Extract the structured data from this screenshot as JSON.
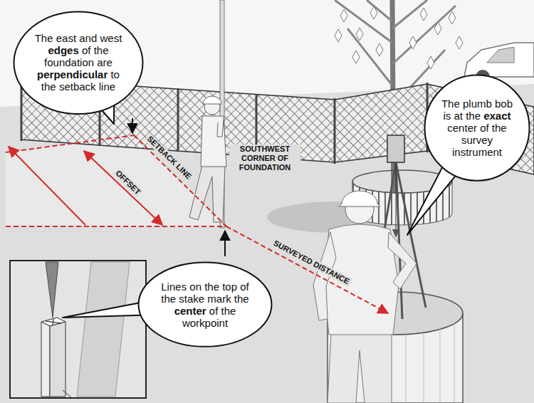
{
  "diagram": {
    "nodes": [
      {
        "text": [
          "The east and west edges of the foundation are perpendicular to the setback line"
        ]
      },
      {
        "text": [
          "The plumb bob is at the exact center of the survey instrument"
        ]
      },
      {
        "text": [
          "Lines on the top of the stake mark the center of the workpoint"
        ]
      }
    ],
    "labels": [
      "SOUTHWEST CORNER OF FOUNDATION",
      "SETBACK LINE",
      "OFFSET",
      "SURVEYED DISTANCE"
    ]
  }
}
